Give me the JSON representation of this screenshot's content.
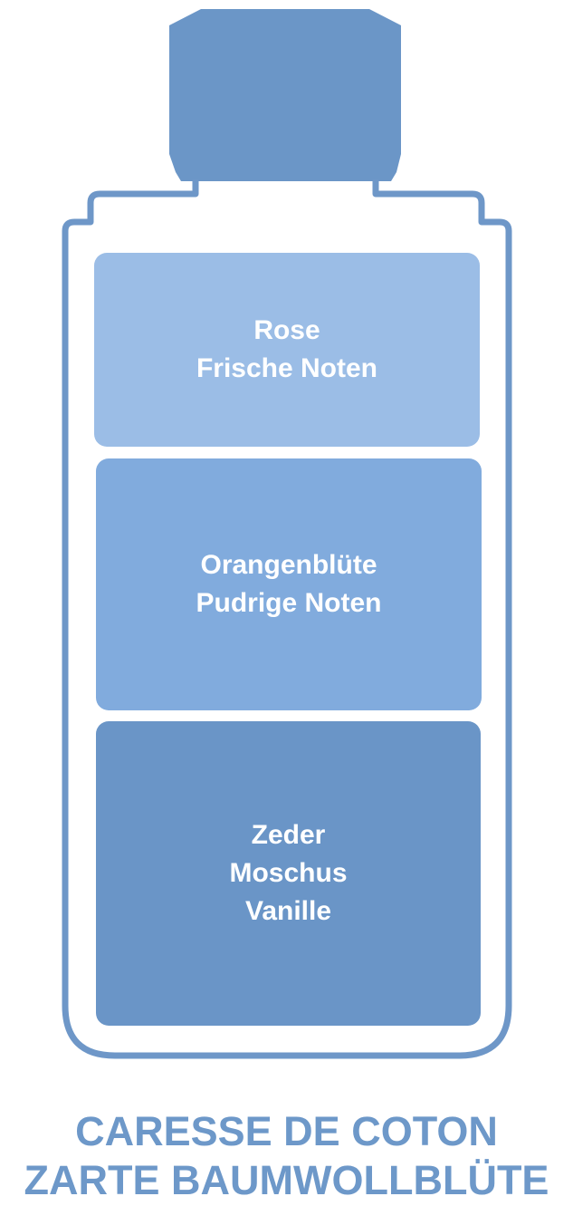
{
  "colors": {
    "bottle_outline": "#6e97c8",
    "cap": "#6b96c7",
    "top_layer": "#9bbde6",
    "middle_layer": "#81abdd",
    "base_layer": "#6a95c7",
    "layer_text": "#ffffff",
    "caption_text": "#6d98c9"
  },
  "notes": {
    "top": [
      "Rose",
      "Frische Noten"
    ],
    "middle": [
      "Orangenblüte",
      "Pudrige Noten"
    ],
    "base": [
      "Zeder",
      "Moschus",
      "Vanille"
    ]
  },
  "caption": {
    "line1": "CARESSE DE COTON",
    "line2": "ZARTE BAUMWOLLBLÜTE"
  }
}
